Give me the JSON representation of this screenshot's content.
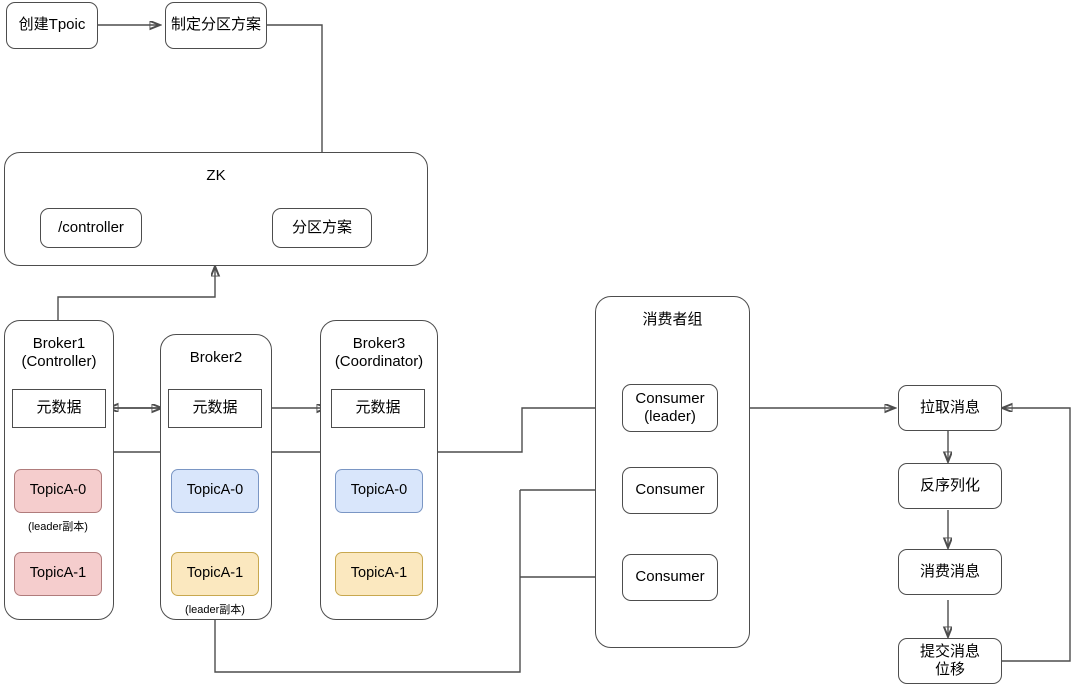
{
  "diagram": {
    "title": "Kafka topic creation and consumption flow",
    "colors": {
      "stroke": "#4d4d4d",
      "text": "#000000",
      "background": "#ffffff",
      "leader_replica_red": "#f5cdcd",
      "follower_replica_blue": "#d9e6fb",
      "leader_replica_yellow": "#fbe8bf"
    },
    "top_flow": {
      "create_topic": "创建Tpoic",
      "partition_plan": "制定分区方案"
    },
    "zk": {
      "title": "ZK",
      "controller_node": "/controller",
      "partition_plan_node": "分区方案"
    },
    "brokers": [
      {
        "title": "Broker1\n(Controller)",
        "metadata": "元数据",
        "partitions": [
          {
            "label": "TopicA-0",
            "color": "red",
            "caption": "(leader副本)"
          },
          {
            "label": "TopicA-1",
            "color": "red",
            "caption": ""
          }
        ]
      },
      {
        "title": "Broker2",
        "metadata": "元数据",
        "partitions": [
          {
            "label": "TopicA-0",
            "color": "blue",
            "caption": ""
          },
          {
            "label": "TopicA-1",
            "color": "yellow",
            "caption": "(leader副本)"
          }
        ]
      },
      {
        "title": "Broker3\n(Coordinator)",
        "metadata": "元数据",
        "partitions": [
          {
            "label": "TopicA-0",
            "color": "blue",
            "caption": ""
          },
          {
            "label": "TopicA-1",
            "color": "yellow",
            "caption": ""
          }
        ]
      }
    ],
    "consumer_group": {
      "title": "消费者组",
      "consumers": [
        "Consumer\n(leader)",
        "Consumer",
        "Consumer"
      ]
    },
    "consume_steps": [
      "拉取消息",
      "反序列化",
      "消费消息",
      "提交消息\n位移"
    ]
  }
}
